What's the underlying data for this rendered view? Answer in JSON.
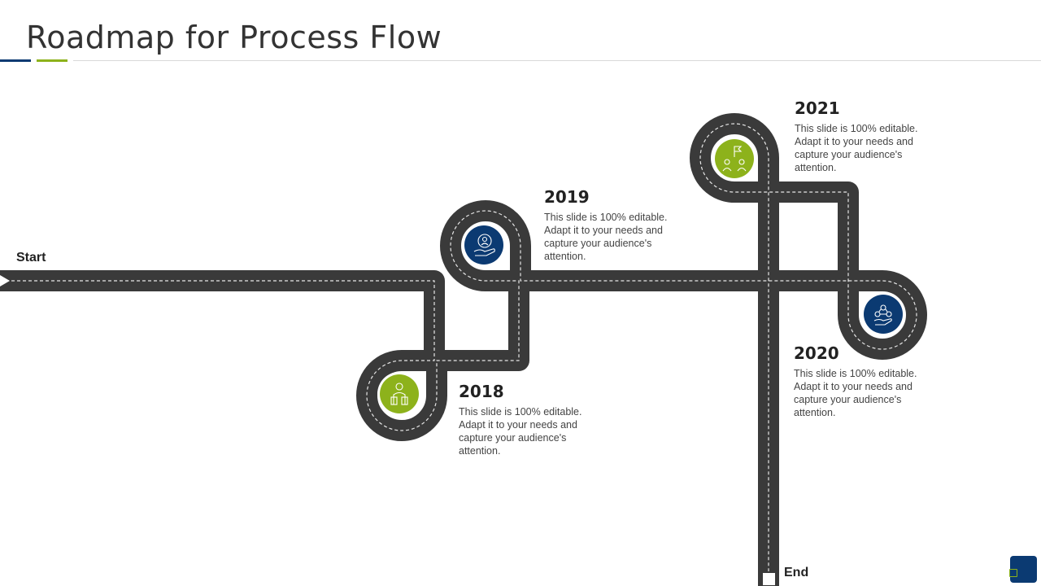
{
  "title": "Roadmap for Process Flow",
  "labels": {
    "start": "Start",
    "end": "End"
  },
  "milestones": [
    {
      "year": "2018",
      "text": "This slide is 100% editable. Adapt it to your needs and capture your audience's attention.",
      "color": "#8db21b",
      "icon": "person-with-boxes-icon"
    },
    {
      "year": "2019",
      "text": "This slide is 100% editable. Adapt it to your needs and capture your audience's attention.",
      "color": "#0b3a72",
      "icon": "hand-with-idea-icon"
    },
    {
      "year": "2020",
      "text": "This slide is 100% editable. Adapt it to your needs and capture your audience's attention.",
      "color": "#0b3a72",
      "icon": "hand-with-network-icon"
    },
    {
      "year": "2021",
      "text": "This slide is 100% editable. Adapt it to your needs and capture your audience's attention.",
      "color": "#8db21b",
      "icon": "team-with-flag-icon"
    }
  ],
  "colors": {
    "road": "#3a3a3a",
    "lane": "#e6e6e6",
    "blue": "#0b3a72",
    "green": "#8db21b"
  }
}
